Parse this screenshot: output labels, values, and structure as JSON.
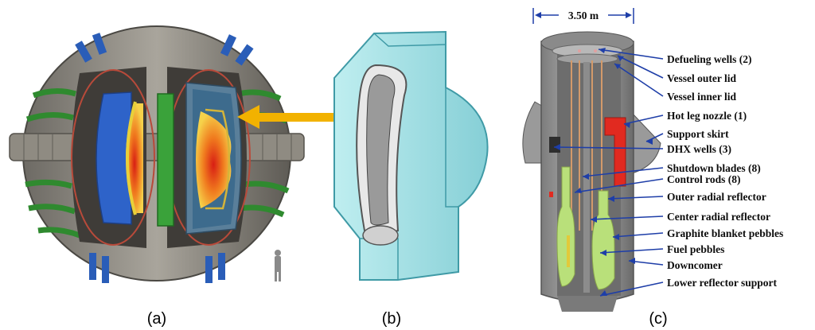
{
  "panels": [
    {
      "caption": "(a)"
    },
    {
      "caption": "(b)"
    },
    {
      "caption": "(c)"
    }
  ],
  "dimension": {
    "label": "3.50 m"
  },
  "labels": [
    "Defueling wells (2)",
    "Vessel outer lid",
    "Vessel inner lid",
    "Hot leg nozzle (1)",
    "Support skirt",
    "DHX wells (3)",
    "Shutdown blades (8)",
    "Control rods (8)",
    "Outer radial reflector",
    "Center radial reflector",
    "Graphite blanket pebbles",
    "Fuel pebbles",
    "Downcomer",
    "Lower reflector support"
  ],
  "colors": {
    "arrow": "#f2b200",
    "leader": "#1e3ea8",
    "coil_green": "#2f8a2f",
    "plasma": "#e0401c",
    "blanket": "#9fdde3",
    "hot_leg": "#e12a20",
    "fuel": "#b9e07a"
  }
}
